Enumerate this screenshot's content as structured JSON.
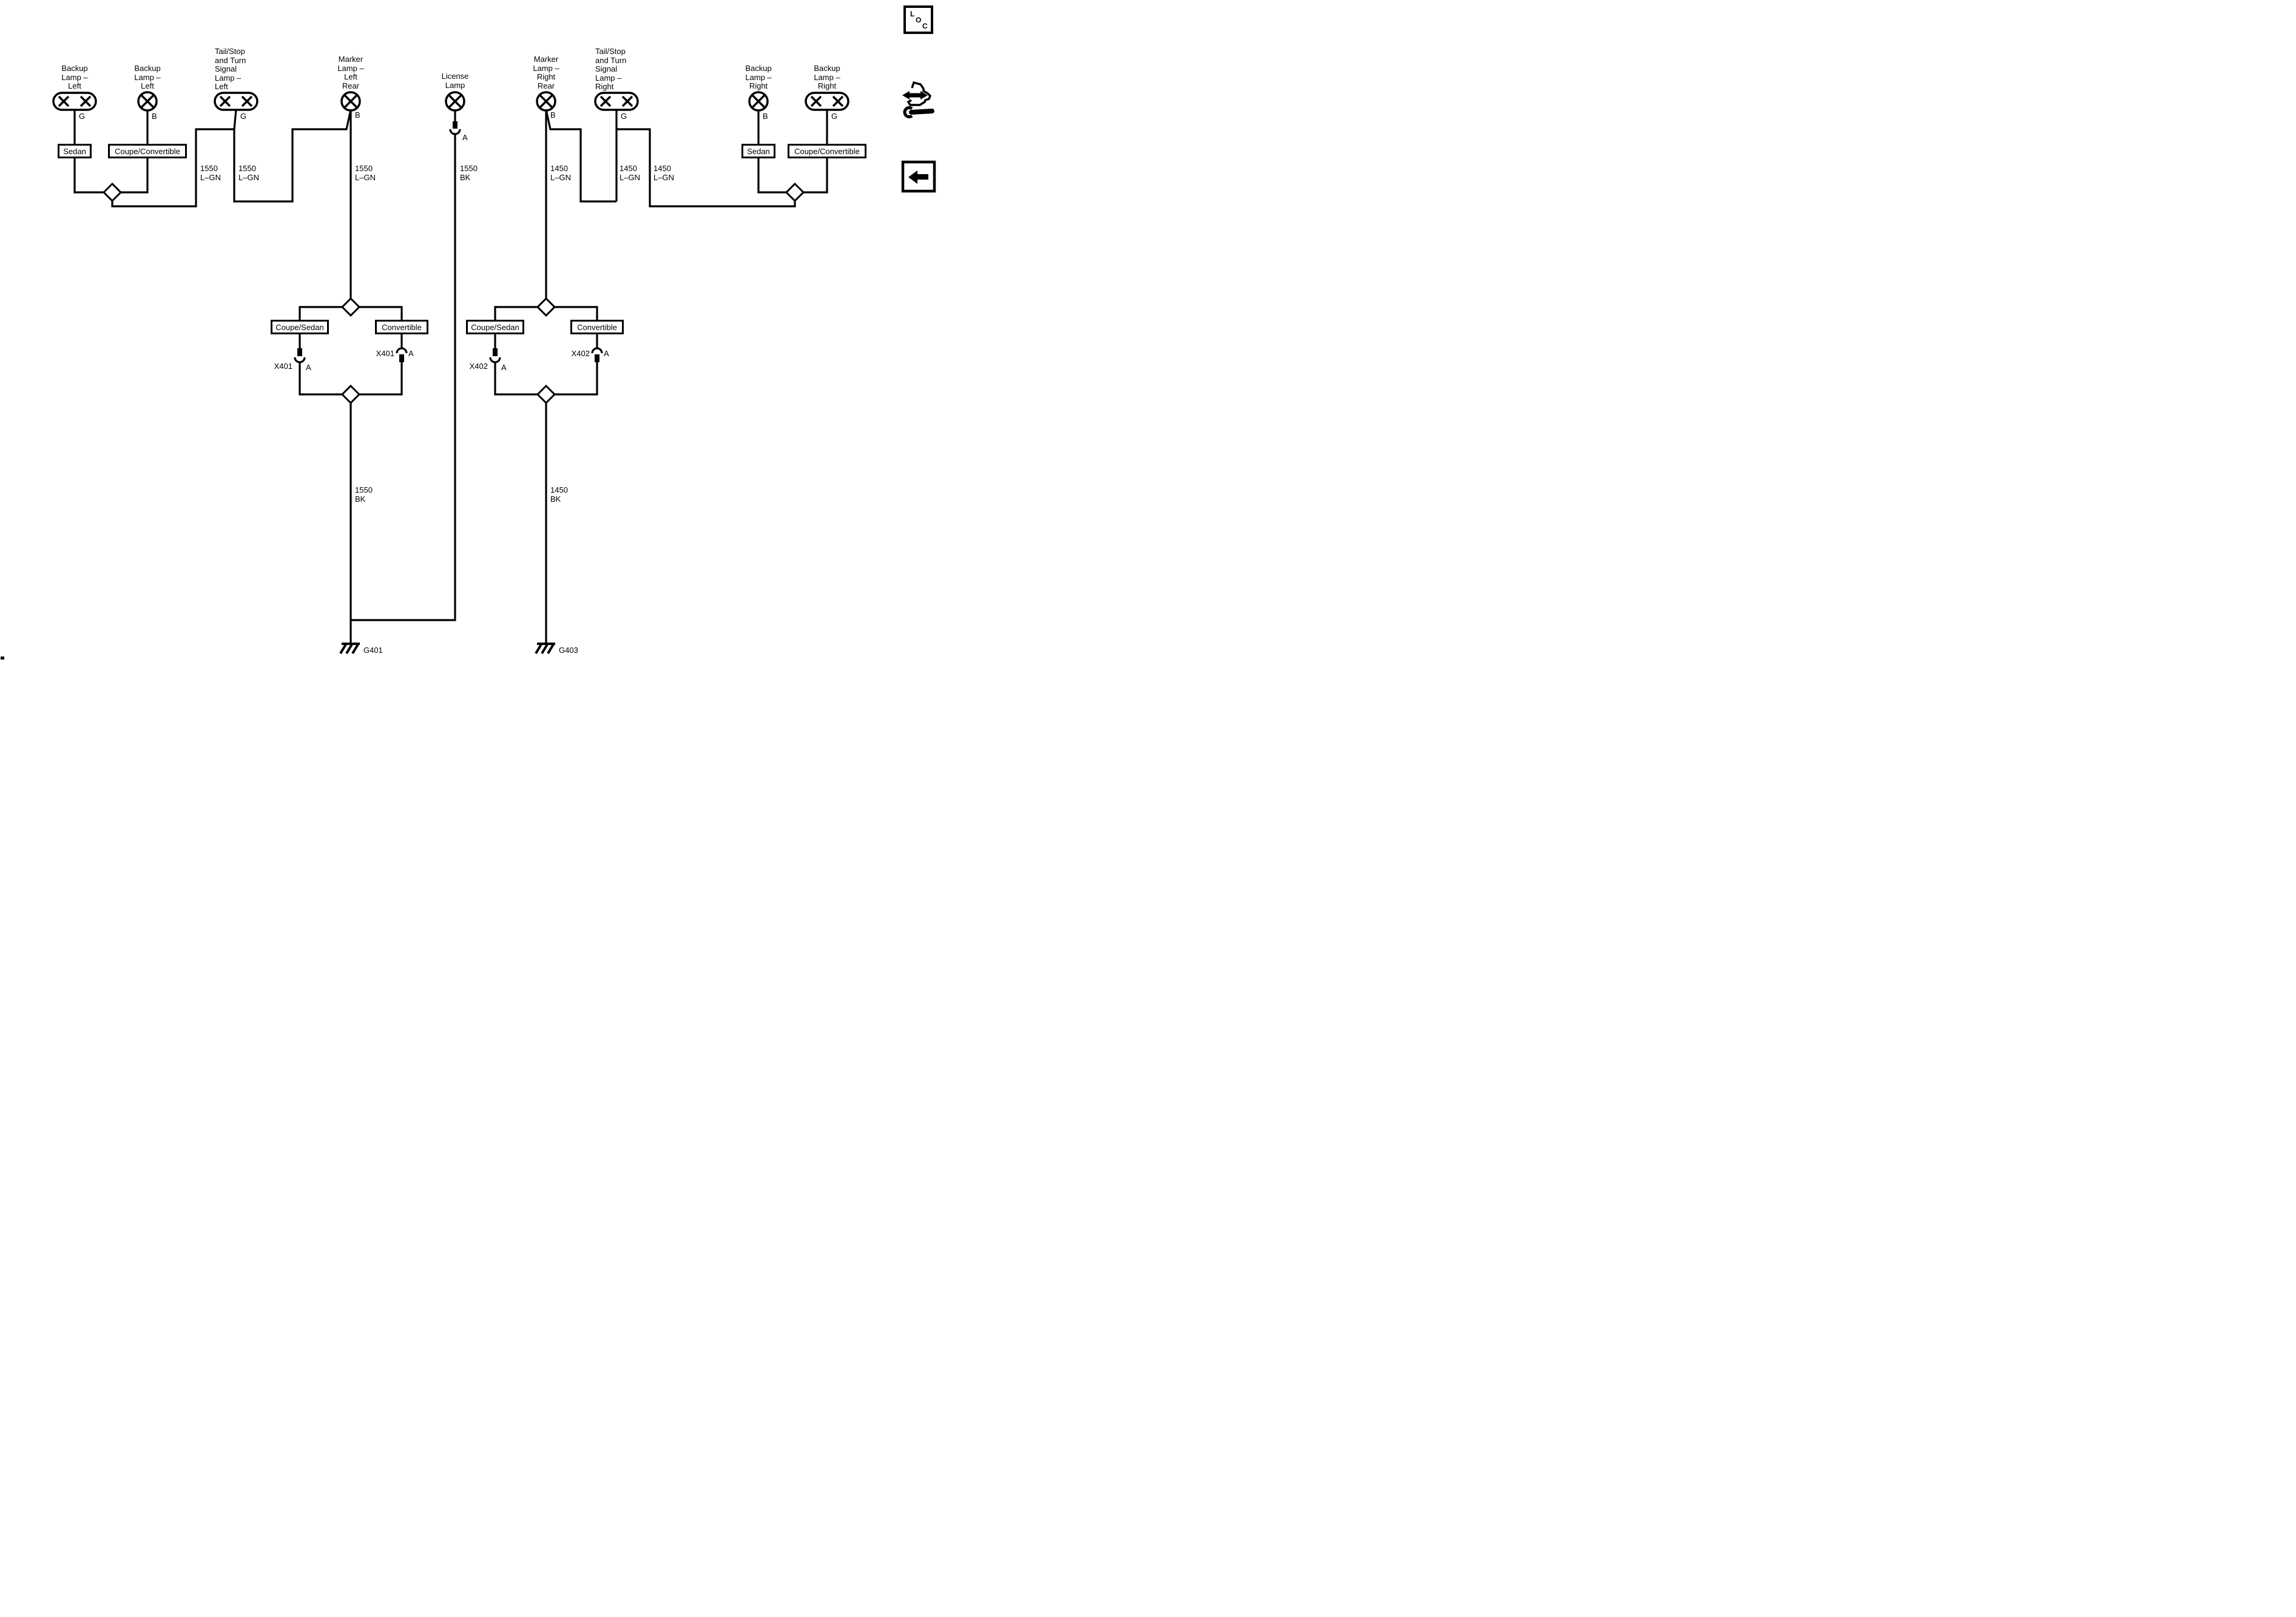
{
  "diagram": {
    "title_hint": "Rear lamps wiring diagram",
    "colors": {
      "background": "#ffffff",
      "line": "#000000"
    },
    "components": {
      "backup_left_outer": {
        "name": "Backup\nLamp –\nLeft",
        "terminal": "G"
      },
      "backup_left_inner": {
        "name": "Backup\nLamp –\nLeft",
        "terminal": "B"
      },
      "tail_stop_left": {
        "name": "Tail/Stop\nand Turn\nSignal\nLamp –\nLeft",
        "terminal": "G"
      },
      "marker_left": {
        "name": "Marker\nLamp –\nLeft\nRear",
        "terminal": "B"
      },
      "license": {
        "name": "License\nLamp",
        "terminal": "A"
      },
      "marker_right": {
        "name": "Marker\nLamp –\nRight\nRear",
        "terminal": "B"
      },
      "tail_stop_right": {
        "name": "Tail/Stop\nand Turn\nSignal\nLamp –\nRight",
        "terminal": "G"
      },
      "backup_right_inner": {
        "name": "Backup\nLamp –\nRight",
        "terminal": "B"
      },
      "backup_right_outer": {
        "name": "Backup\nLamp –\nRight",
        "terminal": "G"
      }
    },
    "variant_boxes": [
      {
        "label": "Sedan"
      },
      {
        "label": "Coupe/Convertible"
      },
      {
        "label": "Sedan"
      },
      {
        "label": "Coupe/Convertible"
      }
    ],
    "branch_boxes": [
      {
        "label": "Coupe/Sedan"
      },
      {
        "label": "Convertible"
      },
      {
        "label": "Coupe/Sedan"
      },
      {
        "label": "Convertible"
      }
    ],
    "wire_labels": [
      {
        "circuit": "1550",
        "color": "L–GN"
      },
      {
        "circuit": "1550",
        "color": "L–GN"
      },
      {
        "circuit": "1550",
        "color": "L–GN"
      },
      {
        "circuit": "1550",
        "color": "BK"
      },
      {
        "circuit": "1450",
        "color": "L–GN"
      },
      {
        "circuit": "1450",
        "color": "L–GN"
      },
      {
        "circuit": "1450",
        "color": "L–GN"
      },
      {
        "circuit": "1550",
        "color": "BK"
      },
      {
        "circuit": "1450",
        "color": "BK"
      }
    ],
    "connectors": [
      {
        "id": "X401",
        "pin": "A"
      },
      {
        "id": "X401",
        "pin": "A"
      },
      {
        "id": "X402",
        "pin": "A"
      },
      {
        "id": "X402",
        "pin": "A"
      },
      {
        "id": "",
        "pin": "A"
      }
    ],
    "grounds": [
      {
        "id": "G401"
      },
      {
        "id": "G403"
      }
    ],
    "loc_icon": {
      "l": "L",
      "o": "O",
      "c": "C"
    }
  }
}
